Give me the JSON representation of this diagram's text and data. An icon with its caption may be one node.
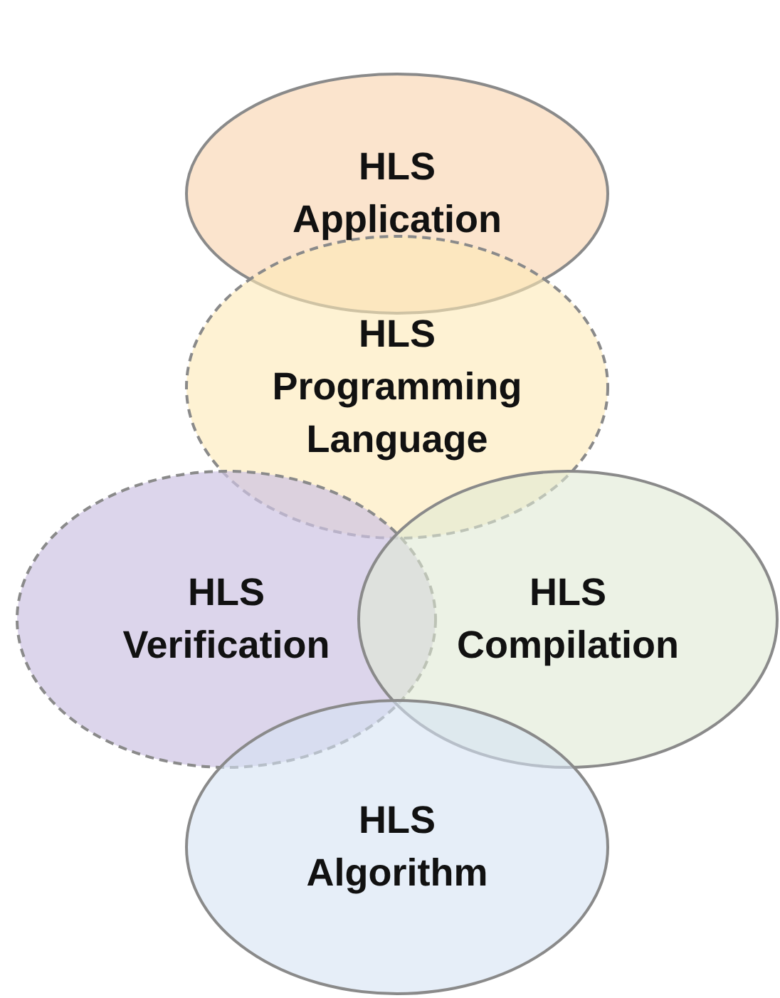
{
  "diagram": {
    "nodes": [
      {
        "text": [
          "HLS Application"
        ]
      },
      {
        "text": [
          "HLS Programming Language"
        ]
      },
      {
        "text": [
          "HLS Verification"
        ]
      },
      {
        "text": [
          "HLS Compilation"
        ]
      },
      {
        "text": [
          "HLS Algorithm"
        ]
      }
    ]
  }
}
